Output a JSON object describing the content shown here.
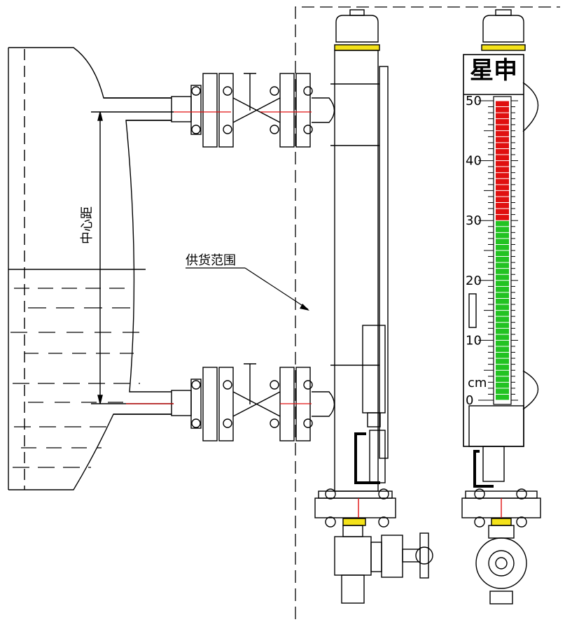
{
  "labels": {
    "center_distance": "中心距",
    "supply_scope": "供货范围",
    "brand": "星申",
    "unit": "cm"
  },
  "scale": {
    "ticks": [
      "50",
      "40",
      "30",
      "20",
      "10",
      "0"
    ],
    "min": 0,
    "max": 50,
    "red_from": 30,
    "colors": {
      "red": "#e01010",
      "green": "#22c322"
    }
  }
}
